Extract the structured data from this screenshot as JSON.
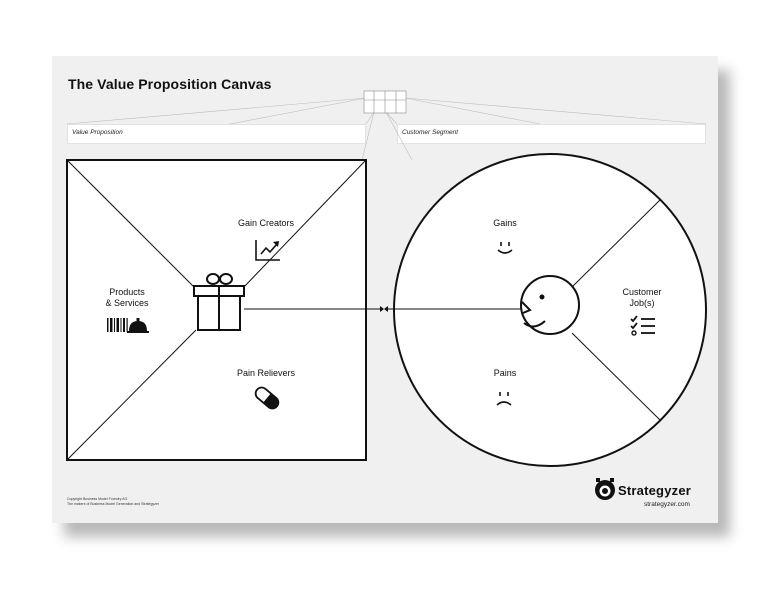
{
  "canvas": {
    "title": "The Value Proposition Canvas",
    "value_proposition_label": "Value Proposition",
    "customer_segment_label": "Customer Segment"
  },
  "value_map": {
    "gain_creators": "Gain Creators",
    "products_services": "Products\n& Services",
    "pain_relievers": "Pain Relievers"
  },
  "customer_profile": {
    "gains": "Gains",
    "customer_jobs": "Customer\nJob(s)",
    "pains": "Pains"
  },
  "footer": {
    "copyright": "Copyright Business Model Foundry AG",
    "makers": "The makers of Business Model Generation and Strategyzer",
    "brand": "Strategyzer",
    "url": "strategyzer.com"
  },
  "icons": {
    "gift": "gift-icon",
    "barcode": "barcode-icon",
    "cloche": "service-bell-icon",
    "chart": "growth-chart-icon",
    "pill": "pill-icon",
    "face": "customer-face-icon",
    "smile": "smile-icon",
    "frown": "frown-icon",
    "checklist": "checklist-icon",
    "brand_logo": "strategyzer-logo-icon"
  }
}
